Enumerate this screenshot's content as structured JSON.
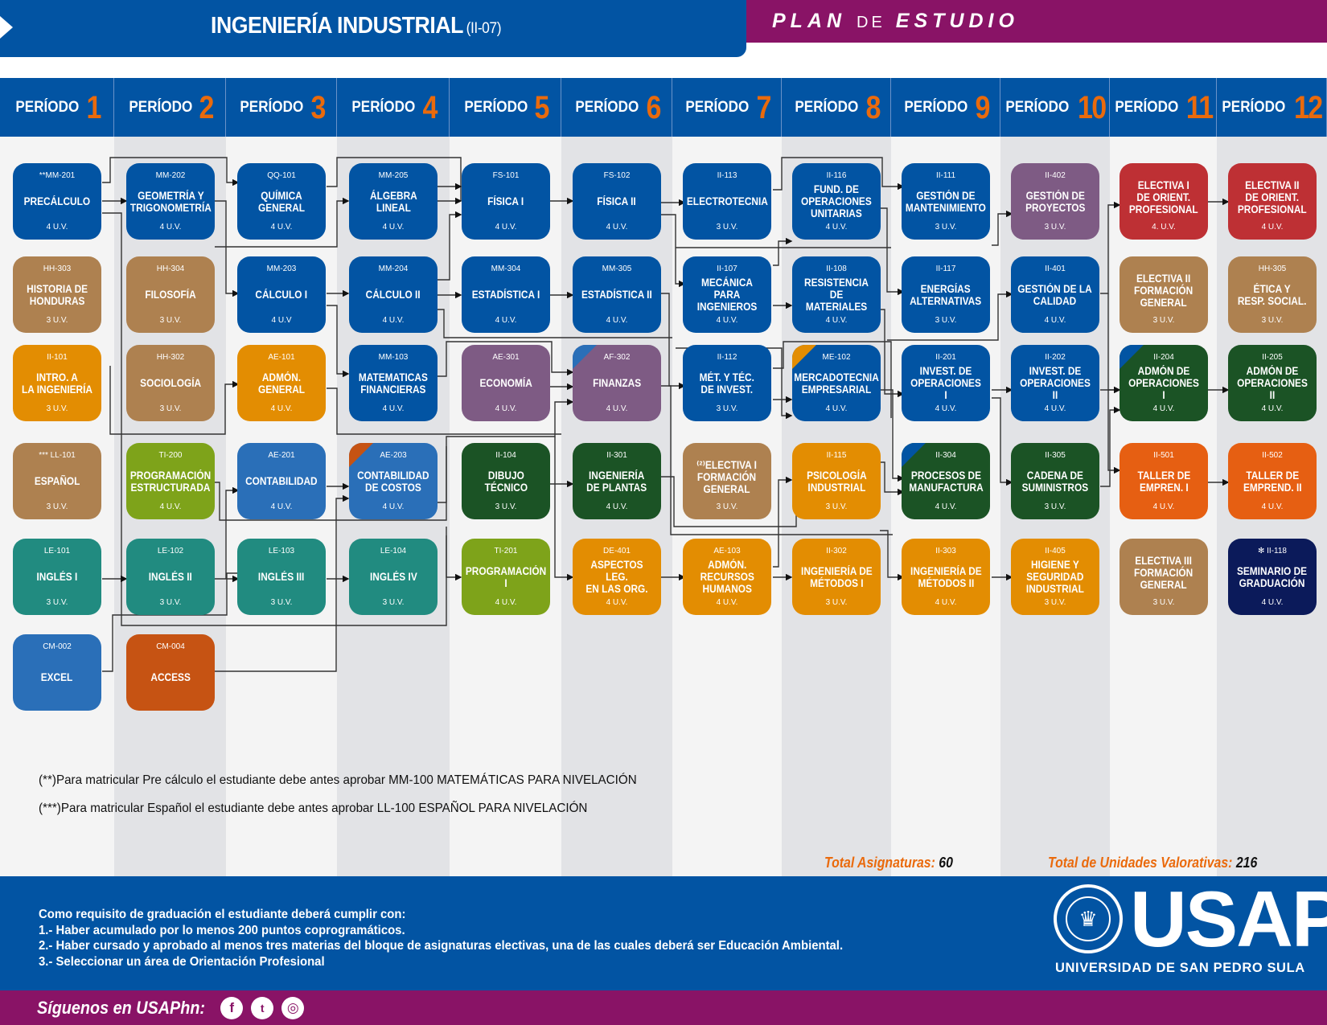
{
  "header": {
    "title": "INGENIERÍA INDUSTRIAL",
    "code": "(II-07)",
    "plan_word1": "PLAN",
    "plan_word2": "DE",
    "plan_word3": "ESTUDIO"
  },
  "periods": [
    {
      "label": "PERÍODO",
      "num": "1"
    },
    {
      "label": "PERÍODO",
      "num": "2"
    },
    {
      "label": "PERÍODO",
      "num": "3"
    },
    {
      "label": "PERÍODO",
      "num": "4"
    },
    {
      "label": "PERÍODO",
      "num": "5"
    },
    {
      "label": "PERÍODO",
      "num": "6"
    },
    {
      "label": "PERÍODO",
      "num": "7"
    },
    {
      "label": "PERÍODO",
      "num": "8"
    },
    {
      "label": "PERÍODO",
      "num": "9"
    },
    {
      "label": "PERÍODO",
      "num": "10"
    },
    {
      "label": "PERÍODO",
      "num": "11"
    },
    {
      "label": "PERÍODO",
      "num": "12"
    }
  ],
  "colors": {
    "math_science": "#0254a3",
    "humanities": "#ae8150",
    "engineering_admin_orange": "#e38d02",
    "economics_purple": "#7e5b84",
    "programming_green": "#7ea31a",
    "accounting_blue": "#2a6fb8",
    "languages_teal": "#218b80",
    "industrial_dark_green": "#1b5325",
    "elective_red": "#be3034",
    "entrepreneurship_orange": "#e65f12",
    "access_orange": "#c65313",
    "graduation_navy": "#0b1a5a",
    "period_number": "#ea6a0c",
    "header_blue": "#0254a3",
    "header_purple": "#891366"
  },
  "courses": [
    {
      "code": "**MM-201",
      "name": "PRECÁLCULO",
      "uv": "4 U.V.",
      "period": 1,
      "row": 0,
      "color": "#0254a3"
    },
    {
      "code": "HH-303",
      "name": "HISTORIA DE\nHONDURAS",
      "uv": "3 U.V.",
      "period": 1,
      "row": 1,
      "color": "#ae8150"
    },
    {
      "code": "II-101",
      "name": "INTRO. A\nLA INGENIERÍA",
      "uv": "3 U.V.",
      "period": 1,
      "row": 2,
      "color": "#e38d02"
    },
    {
      "code": "*** LL-101",
      "name": "ESPAÑOL",
      "uv": "3 U.V.",
      "period": 1,
      "row": 3,
      "color": "#ae8150"
    },
    {
      "code": "LE-101",
      "name": "INGLÉS I",
      "uv": "3 U.V.",
      "period": 1,
      "row": 4,
      "color": "#218b80"
    },
    {
      "code": "CM-002",
      "name": "EXCEL",
      "uv": "",
      "period": 1,
      "row": 5,
      "color": "#2a6fb8"
    },
    {
      "code": "MM-202",
      "name": "GEOMETRÍA Y\nTRIGONOMETRÍA",
      "uv": "4 U.V.",
      "period": 2,
      "row": 0,
      "color": "#0254a3"
    },
    {
      "code": "HH-304",
      "name": "FILOSOFÍA",
      "uv": "3 U.V.",
      "period": 2,
      "row": 1,
      "color": "#ae8150"
    },
    {
      "code": "HH-302",
      "name": "SOCIOLOGÍA",
      "uv": "3 U.V.",
      "period": 2,
      "row": 2,
      "color": "#ae8150"
    },
    {
      "code": "TI-200",
      "name": "PROGRAMACIÓN\nESTRUCTURADA",
      "uv": "4 U.V.",
      "period": 2,
      "row": 3,
      "color": "#7ea31a"
    },
    {
      "code": "LE-102",
      "name": "INGLÉS II",
      "uv": "3 U.V.",
      "period": 2,
      "row": 4,
      "color": "#218b80"
    },
    {
      "code": "CM-004",
      "name": "ACCESS",
      "uv": "",
      "period": 2,
      "row": 5,
      "color": "#c65313"
    },
    {
      "code": "QQ-101",
      "name": "QUÍMICA\nGENERAL",
      "uv": "4 U.V.",
      "period": 3,
      "row": 0,
      "color": "#0254a3"
    },
    {
      "code": "MM-203",
      "name": "CÁLCULO I",
      "uv": "4 U.V",
      "period": 3,
      "row": 1,
      "color": "#0254a3"
    },
    {
      "code": "AE-101",
      "name": "ADMÓN.\nGENERAL",
      "uv": "4 U.V.",
      "period": 3,
      "row": 2,
      "color": "#e38d02"
    },
    {
      "code": "AE-201",
      "name": "CONTABILIDAD",
      "uv": "4 U.V.",
      "period": 3,
      "row": 3,
      "color": "#2a6fb8"
    },
    {
      "code": "LE-103",
      "name": "INGLÉS III",
      "uv": "3 U.V.",
      "period": 3,
      "row": 4,
      "color": "#218b80"
    },
    {
      "code": "MM-205",
      "name": "ÁLGEBRA\nLINEAL",
      "uv": "4 U.V.",
      "period": 4,
      "row": 0,
      "color": "#0254a3"
    },
    {
      "code": "MM-204",
      "name": "CÁLCULO II",
      "uv": "4 U.V.",
      "period": 4,
      "row": 1,
      "color": "#0254a3"
    },
    {
      "code": "MM-103",
      "name": "MATEMATICAS\nFINANCIERAS",
      "uv": "4 U.V.",
      "period": 4,
      "row": 2,
      "color": "#0254a3"
    },
    {
      "code": "AE-203",
      "name": "CONTABILIDAD\nDE COSTOS",
      "uv": "4 U.V.",
      "period": 4,
      "row": 3,
      "color": "#2a6fb8",
      "corner": "#c65313"
    },
    {
      "code": "LE-104",
      "name": "INGLÉS IV",
      "uv": "3 U.V.",
      "period": 4,
      "row": 4,
      "color": "#218b80"
    },
    {
      "code": "FS-101",
      "name": "FÍSICA I",
      "uv": "4 U.V.",
      "period": 5,
      "row": 0,
      "color": "#0254a3"
    },
    {
      "code": "MM-304",
      "name": "ESTADÍSTICA I",
      "uv": "4 U.V.",
      "period": 5,
      "row": 1,
      "color": "#0254a3"
    },
    {
      "code": "AE-301",
      "name": "ECONOMÍA",
      "uv": "4 U.V.",
      "period": 5,
      "row": 2,
      "color": "#7e5b84"
    },
    {
      "code": "II-104",
      "name": "DIBUJO\nTÉCNICO",
      "uv": "3 U.V.",
      "period": 5,
      "row": 3,
      "color": "#1b5325"
    },
    {
      "code": "TI-201",
      "name": "PROGRAMACIÓN\nI",
      "uv": "4 U.V.",
      "period": 5,
      "row": 4,
      "color": "#7ea31a"
    },
    {
      "code": "FS-102",
      "name": "FÍSICA II",
      "uv": "4 U.V.",
      "period": 6,
      "row": 0,
      "color": "#0254a3"
    },
    {
      "code": "MM-305",
      "name": "ESTADÍSTICA II",
      "uv": "4 U.V.",
      "period": 6,
      "row": 1,
      "color": "#0254a3"
    },
    {
      "code": "AF-302",
      "name": "FINANZAS",
      "uv": "4 U.V.",
      "period": 6,
      "row": 2,
      "color": "#7e5b84",
      "corner": "#2a6fb8"
    },
    {
      "code": "II-301",
      "name": "INGENIERÍA\nDE PLANTAS",
      "uv": "4 U.V.",
      "period": 6,
      "row": 3,
      "color": "#1b5325"
    },
    {
      "code": "DE-401",
      "name": "ASPECTOS LEG.\nEN LAS ORG.",
      "uv": "4 U.V.",
      "period": 6,
      "row": 4,
      "color": "#e38d02"
    },
    {
      "code": "II-113",
      "name": "ELECTROTECNIA",
      "uv": "3 U.V.",
      "period": 7,
      "row": 0,
      "color": "#0254a3"
    },
    {
      "code": "II-107",
      "name": "MECÁNICA PARA\nINGENIEROS",
      "uv": "4 U.V.",
      "period": 7,
      "row": 1,
      "color": "#0254a3"
    },
    {
      "code": "II-112",
      "name": "MÉT. Y TÉC.\nDE INVEST.",
      "uv": "3 U.V.",
      "period": 7,
      "row": 2,
      "color": "#0254a3"
    },
    {
      "code": "",
      "name": "⁽²⁾ELECTIVA I\nFORMACIÓN\nGENERAL",
      "uv": "3 U.V.",
      "period": 7,
      "row": 3,
      "color": "#ae8150"
    },
    {
      "code": "AE-103",
      "name": "ADMÓN.\nRECURSOS\nHUMANOS",
      "uv": "4 U.V.",
      "period": 7,
      "row": 4,
      "color": "#e38d02"
    },
    {
      "code": "II-116",
      "name": "FUND. DE\nOPERACIONES\nUNITARIAS",
      "uv": "4 U.V.",
      "period": 8,
      "row": 0,
      "color": "#0254a3"
    },
    {
      "code": "II-108",
      "name": "RESISTENCIA\nDE MATERIALES",
      "uv": "4 U.V.",
      "period": 8,
      "row": 1,
      "color": "#0254a3"
    },
    {
      "code": "ME-102",
      "name": "MERCADOTECNIA\nEMPRESARIAL",
      "uv": "4 U.V.",
      "period": 8,
      "row": 2,
      "color": "#0254a3",
      "corner": "#e38d02"
    },
    {
      "code": "II-115",
      "name": "PSICOLOGÍA\nINDUSTRIAL",
      "uv": "3 U.V.",
      "period": 8,
      "row": 3,
      "color": "#e38d02"
    },
    {
      "code": "II-302",
      "name": "INGENIERÍA DE\nMÉTODOS I",
      "uv": "3 U.V.",
      "period": 8,
      "row": 4,
      "color": "#e38d02"
    },
    {
      "code": "II-111",
      "name": "GESTIÓN DE\nMANTENIMIENTO",
      "uv": "3 U.V.",
      "period": 9,
      "row": 0,
      "color": "#0254a3"
    },
    {
      "code": "II-117",
      "name": "ENERGÍAS\nALTERNATIVAS",
      "uv": "3 U.V.",
      "period": 9,
      "row": 1,
      "color": "#0254a3"
    },
    {
      "code": "II-201",
      "name": "INVEST. DE\nOPERACIONES I",
      "uv": "4 U.V.",
      "period": 9,
      "row": 2,
      "color": "#0254a3"
    },
    {
      "code": "II-304",
      "name": "PROCESOS DE\nMANUFACTURA",
      "uv": "4 U.V.",
      "period": 9,
      "row": 3,
      "color": "#1b5325",
      "corner": "#0254a3"
    },
    {
      "code": "II-303",
      "name": "INGENIERÍA DE\nMÉTODOS II",
      "uv": "4 U.V.",
      "period": 9,
      "row": 4,
      "color": "#e38d02"
    },
    {
      "code": "II-402",
      "name": "GESTIÓN DE\nPROYECTOS",
      "uv": "3 U.V.",
      "period": 10,
      "row": 0,
      "color": "#7e5b84"
    },
    {
      "code": "II-401",
      "name": "GESTIÓN DE LA\nCALIDAD",
      "uv": "4 U.V.",
      "period": 10,
      "row": 1,
      "color": "#0254a3"
    },
    {
      "code": "II-202",
      "name": "INVEST. DE\nOPERACIONES II",
      "uv": "4 U.V.",
      "period": 10,
      "row": 2,
      "color": "#0254a3"
    },
    {
      "code": "II-305",
      "name": "CADENA DE\nSUMINISTROS",
      "uv": "3 U.V.",
      "period": 10,
      "row": 3,
      "color": "#1b5325"
    },
    {
      "code": "II-405",
      "name": "HIGIENE Y\nSEGURIDAD\nINDUSTRIAL",
      "uv": "3 U.V.",
      "period": 10,
      "row": 4,
      "color": "#e38d02"
    },
    {
      "code": "",
      "name": "ELECTIVA I\nDE ORIENT.\nPROFESIONAL",
      "uv": "4. U.V.",
      "period": 11,
      "row": 0,
      "color": "#be3034"
    },
    {
      "code": "",
      "name": "ELECTIVA II\nFORMACIÓN\nGENERAL",
      "uv": "3 U.V.",
      "period": 11,
      "row": 1,
      "color": "#ae8150"
    },
    {
      "code": "II-204",
      "name": "ADMÓN DE\nOPERACIONES I",
      "uv": "4 U.V.",
      "period": 11,
      "row": 2,
      "color": "#1b5325",
      "corner": "#0254a3"
    },
    {
      "code": "II-501",
      "name": "TALLER DE\nEMPREN. I",
      "uv": "4 U.V.",
      "period": 11,
      "row": 3,
      "color": "#e65f12"
    },
    {
      "code": "",
      "name": "ELECTIVA III\nFORMACIÓN\nGENERAL",
      "uv": "3 U.V.",
      "period": 11,
      "row": 4,
      "color": "#ae8150"
    },
    {
      "code": "",
      "name": "ELECTIVA II\nDE ORIENT.\nPROFESIONAL",
      "uv": "4 U.V.",
      "period": 12,
      "row": 0,
      "color": "#be3034"
    },
    {
      "code": "HH-305",
      "name": "ÉTICA Y\nRESP. SOCIAL.",
      "uv": "3 U.V.",
      "period": 12,
      "row": 1,
      "color": "#ae8150"
    },
    {
      "code": "II-205",
      "name": "ADMÓN DE\nOPERACIONES II",
      "uv": "4 U.V.",
      "period": 12,
      "row": 2,
      "color": "#1b5325"
    },
    {
      "code": "II-502",
      "name": "TALLER DE\nEMPREND. II",
      "uv": "4 U.V.",
      "period": 12,
      "row": 3,
      "color": "#e65f12"
    },
    {
      "code": "✻ II-118",
      "name": "SEMINARIO DE\nGRADUACIÓN",
      "uv": "4 U.V.",
      "period": 12,
      "row": 4,
      "color": "#0b1a5a"
    }
  ],
  "footnotes": [
    "(**)Para matricular Pre cálculo el estudiante debe antes aprobar MM-100 MATEMÁTICAS PARA NIVELACIÓN",
    "(***)Para matricular Español el estudiante debe antes aprobar  LL-100  ESPAÑOL PARA NIVELACIÓN"
  ],
  "totals": {
    "subjects_label": "Total Asignaturas:",
    "subjects_value": "60",
    "uv_label": "Total de Unidades Valorativas:",
    "uv_value": "216"
  },
  "requirements": {
    "intro": "Como requisito de graduación el estudiante deberá cumplir con:",
    "items": [
      "1.- Haber acumulado por lo menos 200 puntos coprogramáticos.",
      "2.- Haber cursado y aprobado al menos tres materias del bloque de asignaturas electivas, una de las cuales deberá ser Educación Ambiental.",
      "3.- Seleccionar un área de Orientación Profesional"
    ]
  },
  "logo": {
    "acronym": "USAP",
    "university": "UNIVERSIDAD DE SAN PEDRO SULA",
    "seal_icon": "university-seal-icon"
  },
  "social": {
    "label": "Síguenos en USAPhn:",
    "icons": [
      {
        "name": "facebook-icon",
        "glyph": "f"
      },
      {
        "name": "twitter-icon",
        "glyph": "🐦"
      },
      {
        "name": "instagram-icon",
        "glyph": "◎"
      }
    ]
  }
}
